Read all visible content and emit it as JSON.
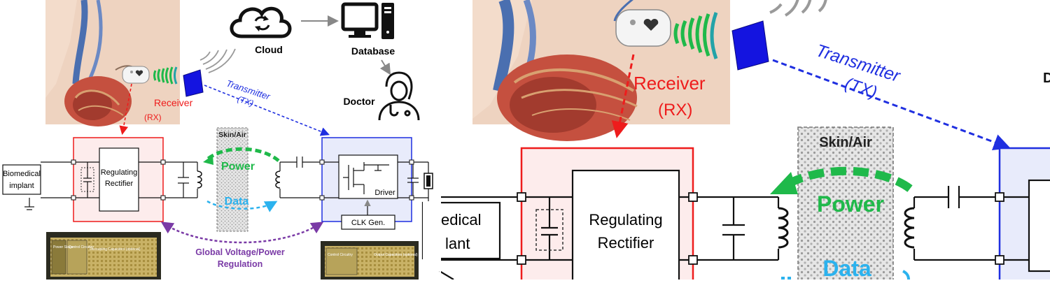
{
  "overview": {
    "cloud": "Cloud",
    "database": "Database",
    "doctor": "Doctor",
    "transmitter": "Transmitter",
    "transmitter_abbr": "(TX)",
    "receiver": "Receiver",
    "receiver_abbr": "(RX)",
    "biomedical_implant_line1": "Biomedical",
    "biomedical_implant_line2": "implant",
    "rectifier_line1": "Regulating",
    "rectifier_line2": "Rectifier",
    "skin_air": "Skin/Air",
    "power": "Power",
    "data": "Data",
    "driver": "Driver",
    "clk_gen": "CLK Gen.",
    "global_regulation_line1": "Global Voltage/Power",
    "global_regulation_line2": "Regulation",
    "rx_chip_labels": [
      "Power Stage",
      "Control Circuitry",
      "Decoupling Capacitors (optional)"
    ],
    "tx_chip_labels": [
      "Control Circuitry",
      "Output Capacitors (optional)"
    ]
  },
  "zoom": {
    "receiver": "Receiver",
    "receiver_abbr": "(RX)",
    "transmitter": "Transmitter",
    "transmitter_abbr": "(TX)",
    "skin_air": "Skin/Air",
    "power": "Power",
    "data": "Data",
    "rectifier_line1": "Regulating",
    "rectifier_line2": "Rectifier",
    "implant_partial_line1": "edical",
    "implant_partial_line2": "lant",
    "edge_partial": "D"
  },
  "colors": {
    "receiver_red": "#ee1c1c",
    "transmitter_blue": "#1f2fe0",
    "power_green": "#1fb94a",
    "data_cyan": "#2bb2ee",
    "regulation_purple": "#7a3aa6",
    "rx_fill": "#fdecec",
    "tx_fill": "#e8ebfb"
  }
}
